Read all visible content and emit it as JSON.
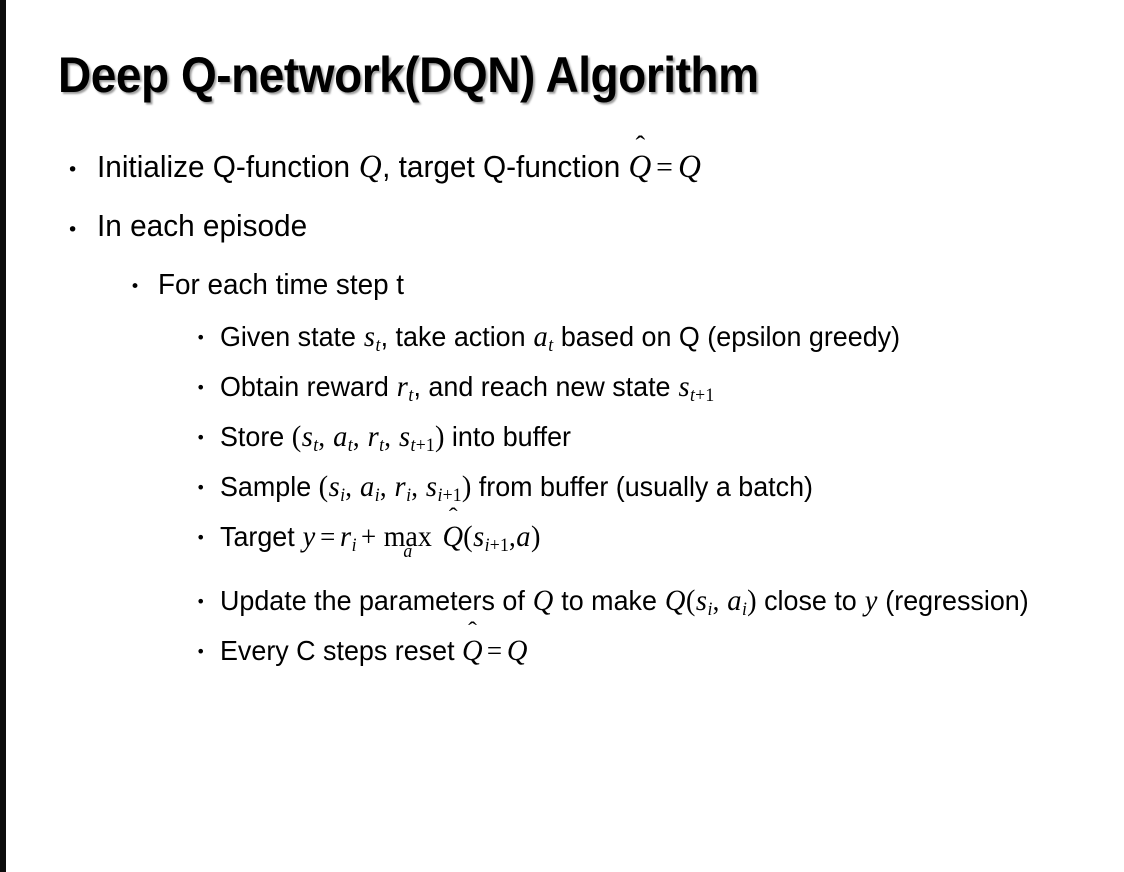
{
  "slide": {
    "title": "Deep Q-network(DQN) Algorithm",
    "background_color": "#ffffff",
    "text_color": "#000000",
    "left_edge_strip_color": "#0d0d0d",
    "bullet_glyph": "•"
  },
  "bullets": {
    "b1": {
      "level": 1,
      "prefix": "Initialize Q-function ",
      "var_q1": "Q",
      "mid": ", target Q-function ",
      "hat_q": "Q",
      "hat_mark": "̂",
      "equals": "=",
      "var_q2": "Q"
    },
    "b2": {
      "level": 1,
      "text": "In each episode"
    },
    "b3": {
      "level": 2,
      "text": "For each time step t"
    },
    "b4": {
      "level": 3,
      "prefix": "Given state ",
      "var_s": "s",
      "sub_s": "t",
      "mid": ", take action ",
      "var_a": "a",
      "sub_a": "t",
      "suffix": " based on Q (epsilon greedy)"
    },
    "b5": {
      "level": 3,
      "prefix": "Obtain reward ",
      "var_r": "r",
      "sub_r": "t",
      "mid": ", and reach new state ",
      "var_s": "s",
      "sub_s_base": "t",
      "sub_s_plus": "+",
      "sub_s_num": "1"
    },
    "b6": {
      "level": 3,
      "prefix": "Store ",
      "open": "(",
      "var_s1": "s",
      "sub_s1": "t",
      "comma1": ",",
      "var_a": "a",
      "sub_a": "t",
      "comma2": ",",
      "var_r": "r",
      "sub_r": "t",
      "comma3": ",",
      "var_s2": "s",
      "sub_s2_base": "t",
      "sub_s2_plus": "+",
      "sub_s2_num": "1",
      "close": ")",
      "suffix": " into buffer"
    },
    "b7": {
      "level": 3,
      "prefix": "Sample ",
      "open": "(",
      "var_s1": "s",
      "sub_s1": "i",
      "comma1": ",",
      "var_a": "a",
      "sub_a": "i",
      "comma2": ",",
      "var_r": "r",
      "sub_r": "i",
      "comma3": ",",
      "var_s2": "s",
      "sub_s2_base": "i",
      "sub_s2_plus": "+",
      "sub_s2_num": "1",
      "close": ")",
      "suffix": " from buffer (usually a batch)"
    },
    "b8": {
      "level": 3,
      "prefix": "Target ",
      "var_y": "y",
      "equals": "=",
      "var_r": "r",
      "sub_r": "i",
      "plus": "+",
      "max_op": "max",
      "max_limit": "a",
      "hat_q": "Q",
      "hat_mark": "̂",
      "open": "(",
      "var_s": "s",
      "sub_s_base": "i",
      "sub_s_plus": "+",
      "sub_s_num": "1",
      "comma": ",",
      "var_a": "a",
      "close": ")"
    },
    "b9": {
      "level": 3,
      "prefix": "Update the parameters of ",
      "var_q1": "Q",
      "mid": " to make ",
      "var_q2": "Q",
      "open": "(",
      "var_s": "s",
      "sub_s": "i",
      "comma": ",",
      "var_a": "a",
      "sub_a": "i",
      "close": ")",
      "mid2": " close to ",
      "var_y": "y",
      "suffix": " (regression)"
    },
    "b10": {
      "level": 3,
      "prefix": "Every C steps reset ",
      "hat_q": "Q",
      "hat_mark": "̂",
      "equals": "=",
      "var_q": "Q"
    }
  }
}
